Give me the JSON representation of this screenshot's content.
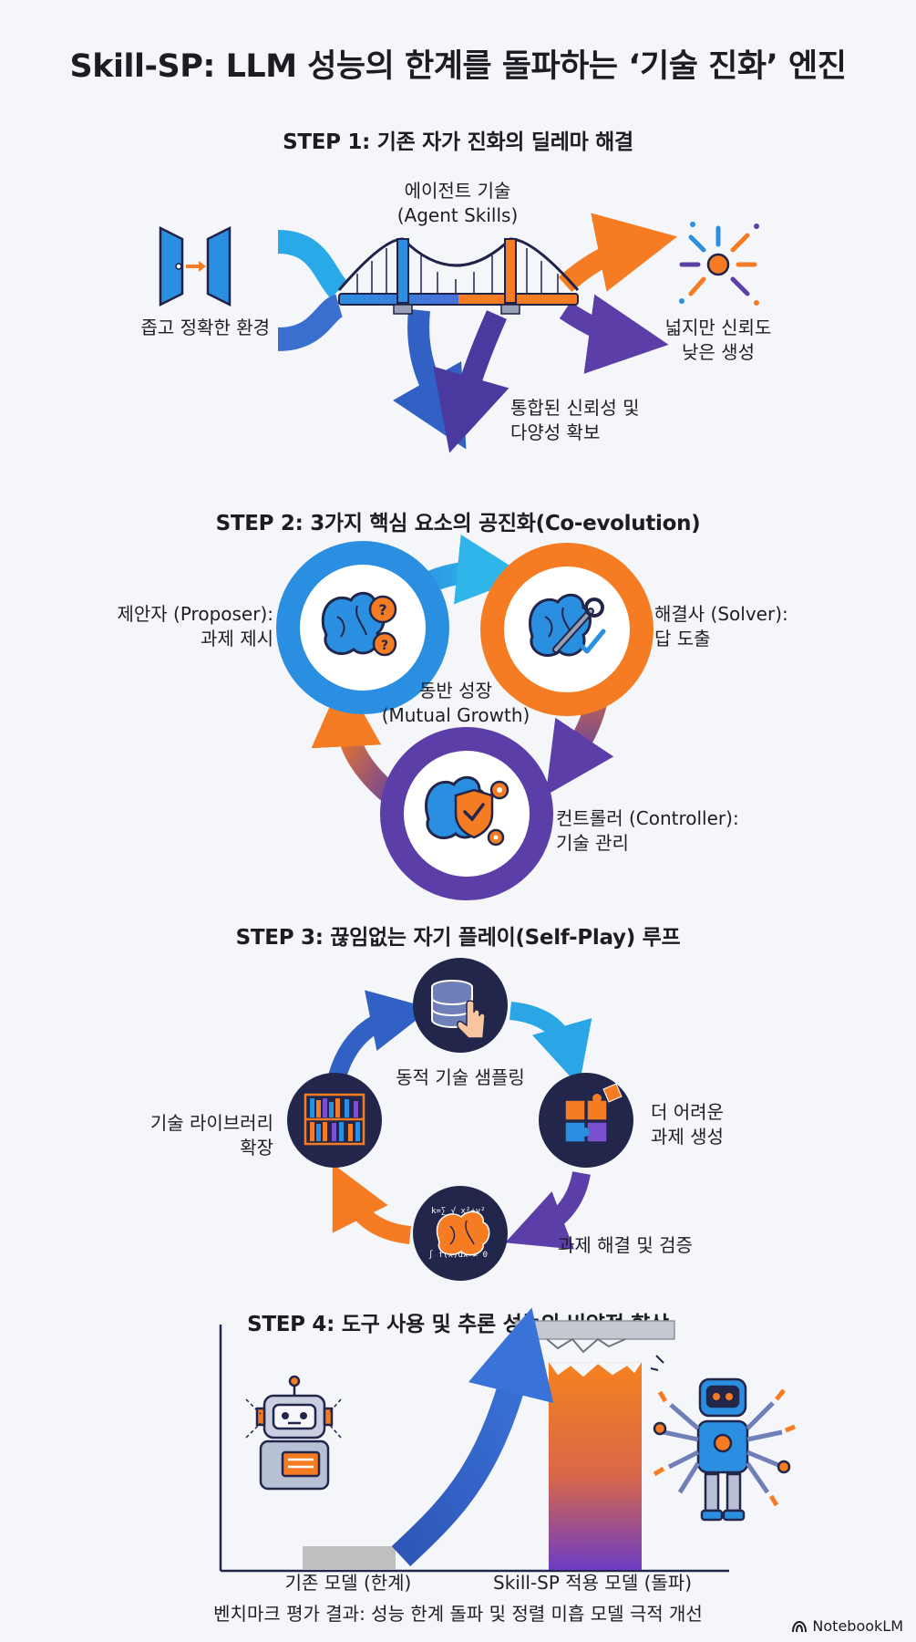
{
  "title": "Skill-SP: LLM 성능의 한계를 돌파하는 ‘기술 진화’ 엔진",
  "step1": {
    "title": "STEP 1: 기존 자가 진화의 딜레마 해결",
    "center_label": [
      "에이전트 기술",
      "(Agent Skills)"
    ],
    "left_label": "좁고 정확한 환경",
    "right_label": [
      "넓지만 신뢰도",
      "낮은 생성"
    ],
    "bottom_label": [
      "통합된 신뢰성 및",
      "다양성 확보"
    ]
  },
  "step2": {
    "title": "STEP 2: 3가지 핵심 요소의 공진화(Co-evolution)",
    "proposer_label": [
      "제안자 (Proposer):",
      "과제 제시"
    ],
    "solver_label": [
      "해결사 (Solver):",
      "답 도출"
    ],
    "center_label": [
      "동반 성장",
      "(Mutual Growth)"
    ],
    "controller_label": [
      "컨트롤러 (Controller):",
      "기술 관리"
    ]
  },
  "step3": {
    "title": "STEP 3: 끊임없는 자기 플레이(Self-Play) 루프",
    "sampling_label": "동적 기술 샘플링",
    "harder_task_label": [
      "더 어려운",
      "과제 생성"
    ],
    "solve_verify_label": "과제 해결 및 검증",
    "library_label": [
      "기술 라이브러리",
      "확장"
    ]
  },
  "step4": {
    "title": "STEP 4: 도구 사용 및 추론 성능의 비약적 향상",
    "chart_data": {
      "type": "bar",
      "categories": [
        "기존 모델 (한계)",
        "Skill-SP 적용 모델 (돌파)"
      ],
      "values": [
        1,
        9
      ],
      "value_scale": "relative (unlabeled)",
      "ylim": [
        0,
        10
      ],
      "caption": "벤치마크 평가 결과: 성능 한계 돌파 및 정렬 미흡 모델 극적 개선",
      "bar_colors": [
        "#bfbfbf",
        "gradient #f5821f→#6c3cc4"
      ]
    }
  },
  "brand": "NotebookLM",
  "colors": {
    "blue": "#2a8fe0",
    "orange": "#f57c22",
    "purple": "#5b3ea8",
    "navy": "#22264a"
  },
  "icons": {
    "step1_left": "narrow-passage-icon",
    "step1_right": "scatter-icon",
    "step1_center": "bridge-icon",
    "proposer": "brain-question-icon",
    "solver": "brain-wrench-icon",
    "controller": "brain-shield-gear-icon",
    "sampling": "database-hand-icon",
    "harder_task": "puzzle-icon",
    "solve": "brain-formula-icon",
    "library": "bookshelf-icon",
    "base_robot": "robot-icon",
    "skill_robot": "multi-arm-robot-icon"
  }
}
